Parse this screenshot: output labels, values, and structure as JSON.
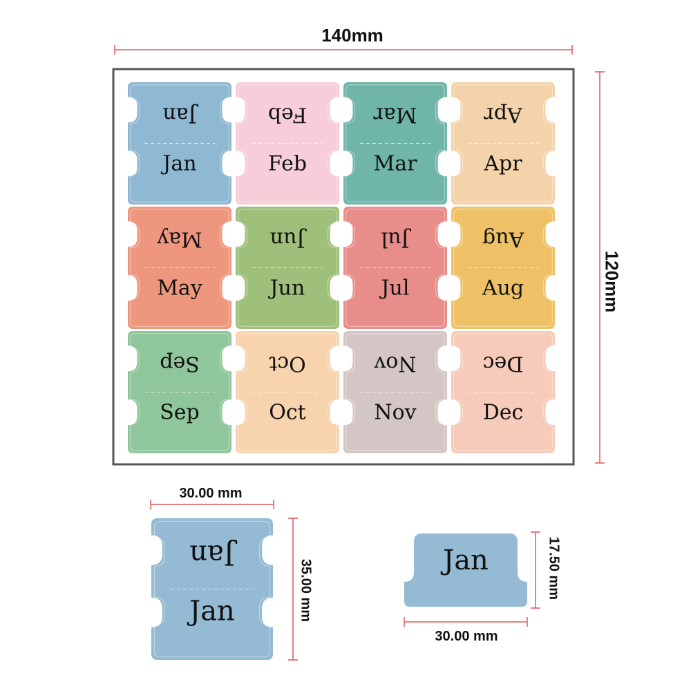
{
  "dimensions": {
    "sheet_width": "140mm",
    "sheet_height": "120mm",
    "tab_width": "30.00 mm",
    "tab_height": "35.00 mm",
    "small_tab_height": "17.50 mm",
    "small_tab_width": "30.00 mm"
  },
  "colors": {
    "dimension_line": "#e0565b",
    "sheet_border": "#555555"
  },
  "tabs": [
    {
      "label": "Jan",
      "color": "#8fb8d3"
    },
    {
      "label": "Feb",
      "color": "#f6cdd8"
    },
    {
      "label": "Mar",
      "color": "#6fb5a8"
    },
    {
      "label": "Apr",
      "color": "#f4d3ab"
    },
    {
      "label": "May",
      "color": "#ee977e"
    },
    {
      "label": "Jun",
      "color": "#9ec07a"
    },
    {
      "label": "Jul",
      "color": "#e98d8b"
    },
    {
      "label": "Aug",
      "color": "#eec166"
    },
    {
      "label": "Sep",
      "color": "#90c69b"
    },
    {
      "label": "Oct",
      "color": "#f7d3ae"
    },
    {
      "label": "Nov",
      "color": "#d4c6c4"
    },
    {
      "label": "Dec",
      "color": "#f6cbba"
    }
  ],
  "sample_tab": {
    "label": "Jan",
    "color": "#94bad4"
  },
  "small_tab": {
    "label": "Jan",
    "color": "#94bad4"
  }
}
